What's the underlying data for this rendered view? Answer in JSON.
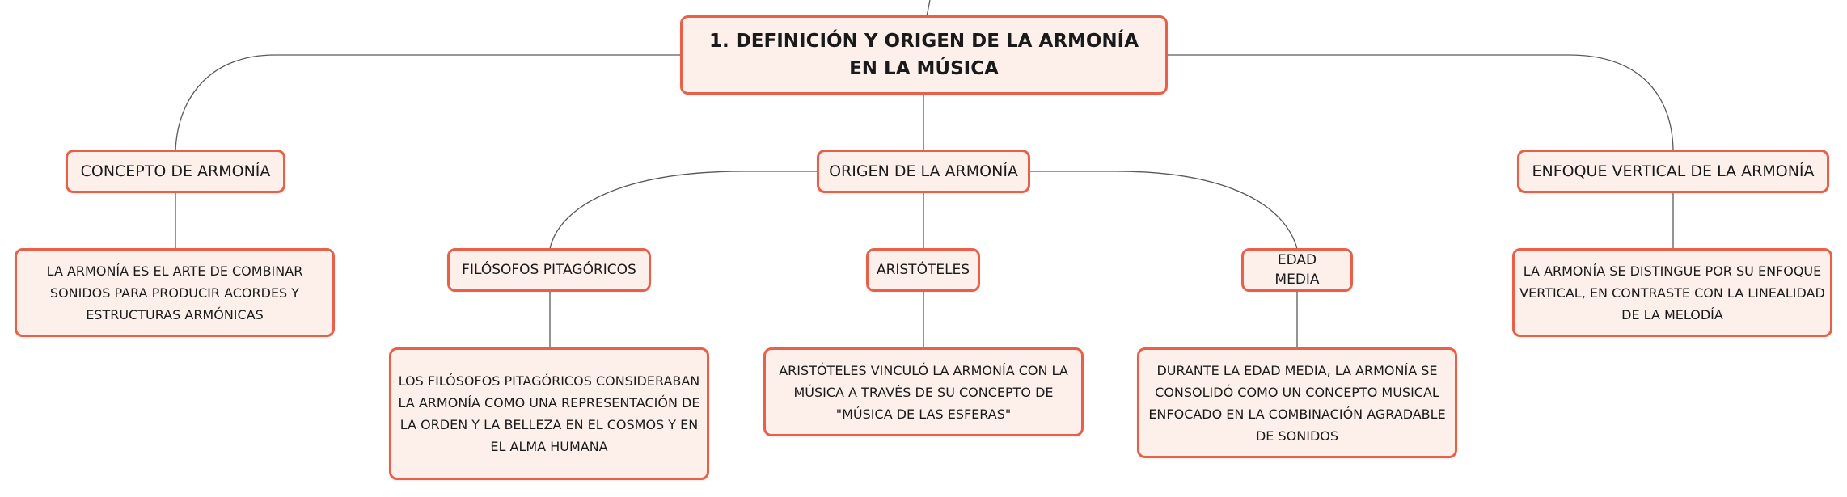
{
  "diagram": {
    "root": "1. DEFINICIÓN Y ORIGEN DE LA ARMONÍA EN LA MÚSICA",
    "branches": {
      "concept": {
        "label": "CONCEPTO DE ARMONÍA",
        "detail": "LA ARMONÍA ES EL ARTE DE COMBINAR SONIDOS PARA PRODUCIR ACORDES Y ESTRUCTURAS ARMÓNICAS"
      },
      "origin": {
        "label": "ORIGEN DE LA ARMONÍA",
        "children": {
          "pythagoreans": {
            "label": "FILÓSOFOS PITAGÓRICOS",
            "detail": "LOS FILÓSOFOS PITAGÓRICOS CONSIDERABAN LA ARMONÍA COMO UNA REPRESENTACIÓN DE LA ORDEN Y LA BELLEZA EN EL COSMOS Y EN EL ALMA HUMANA"
          },
          "aristotle": {
            "label": "ARISTÓTELES",
            "detail": "ARISTÓTELES VINCULÓ LA ARMONÍA CON LA MÚSICA A TRAVÉS DE SU CONCEPTO DE \"MÚSICA DE LAS ESFERAS\""
          },
          "middle_ages": {
            "label": "EDAD MEDIA",
            "detail": "DURANTE LA EDAD MEDIA, LA ARMONÍA SE CONSOLIDÓ COMO UN CONCEPTO MUSICAL ENFOCADO EN LA COMBINACIÓN AGRADABLE DE SONIDOS"
          }
        }
      },
      "vertical": {
        "label": "ENFOQUE VERTICAL DE LA ARMONÍA",
        "detail": "LA ARMONÍA SE DISTINGUE POR SU ENFOQUE VERTICAL, EN CONTRASTE CON LA LINEALIDAD DE LA MELODÍA"
      }
    }
  },
  "colors": {
    "node_border": "#e9604a",
    "node_fill": "#fdf0ea",
    "connector": "#5a5a5a",
    "text": "#1a1a1a"
  }
}
